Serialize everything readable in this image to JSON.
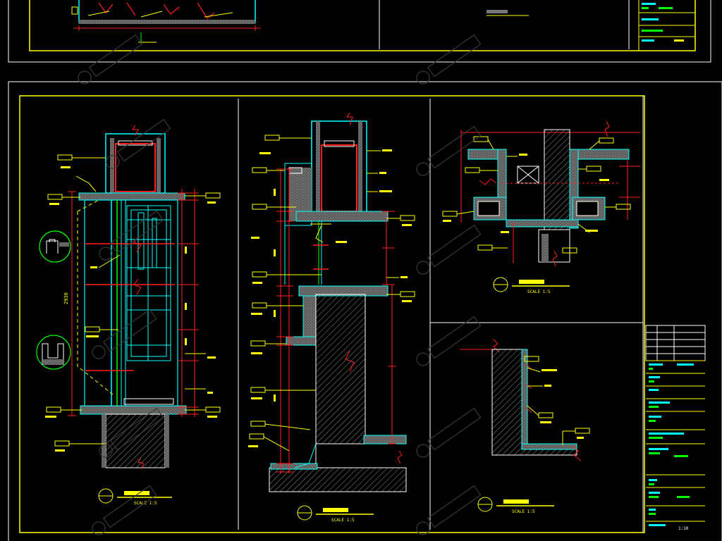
{
  "colors": {
    "background": "#000000",
    "frame": "#ffff00",
    "dimension": "#ff2020",
    "section": "#00ffff",
    "hatch": "#808080",
    "structure": "#ffffff",
    "glazing": "#00ff00",
    "leader": "#ffff00",
    "annotation": "#ffff00",
    "watermark": "#3a3a3a"
  },
  "scale_labels": {
    "detail_1": "SCALE 1:5",
    "detail_2": "SCALE 1:5",
    "detail_3": "SCALE 1:5",
    "detail_4": "SCALE 1:5"
  },
  "dimensions": {
    "overall_height": "2930"
  },
  "title_block": {
    "lower_scale": "1:10"
  }
}
